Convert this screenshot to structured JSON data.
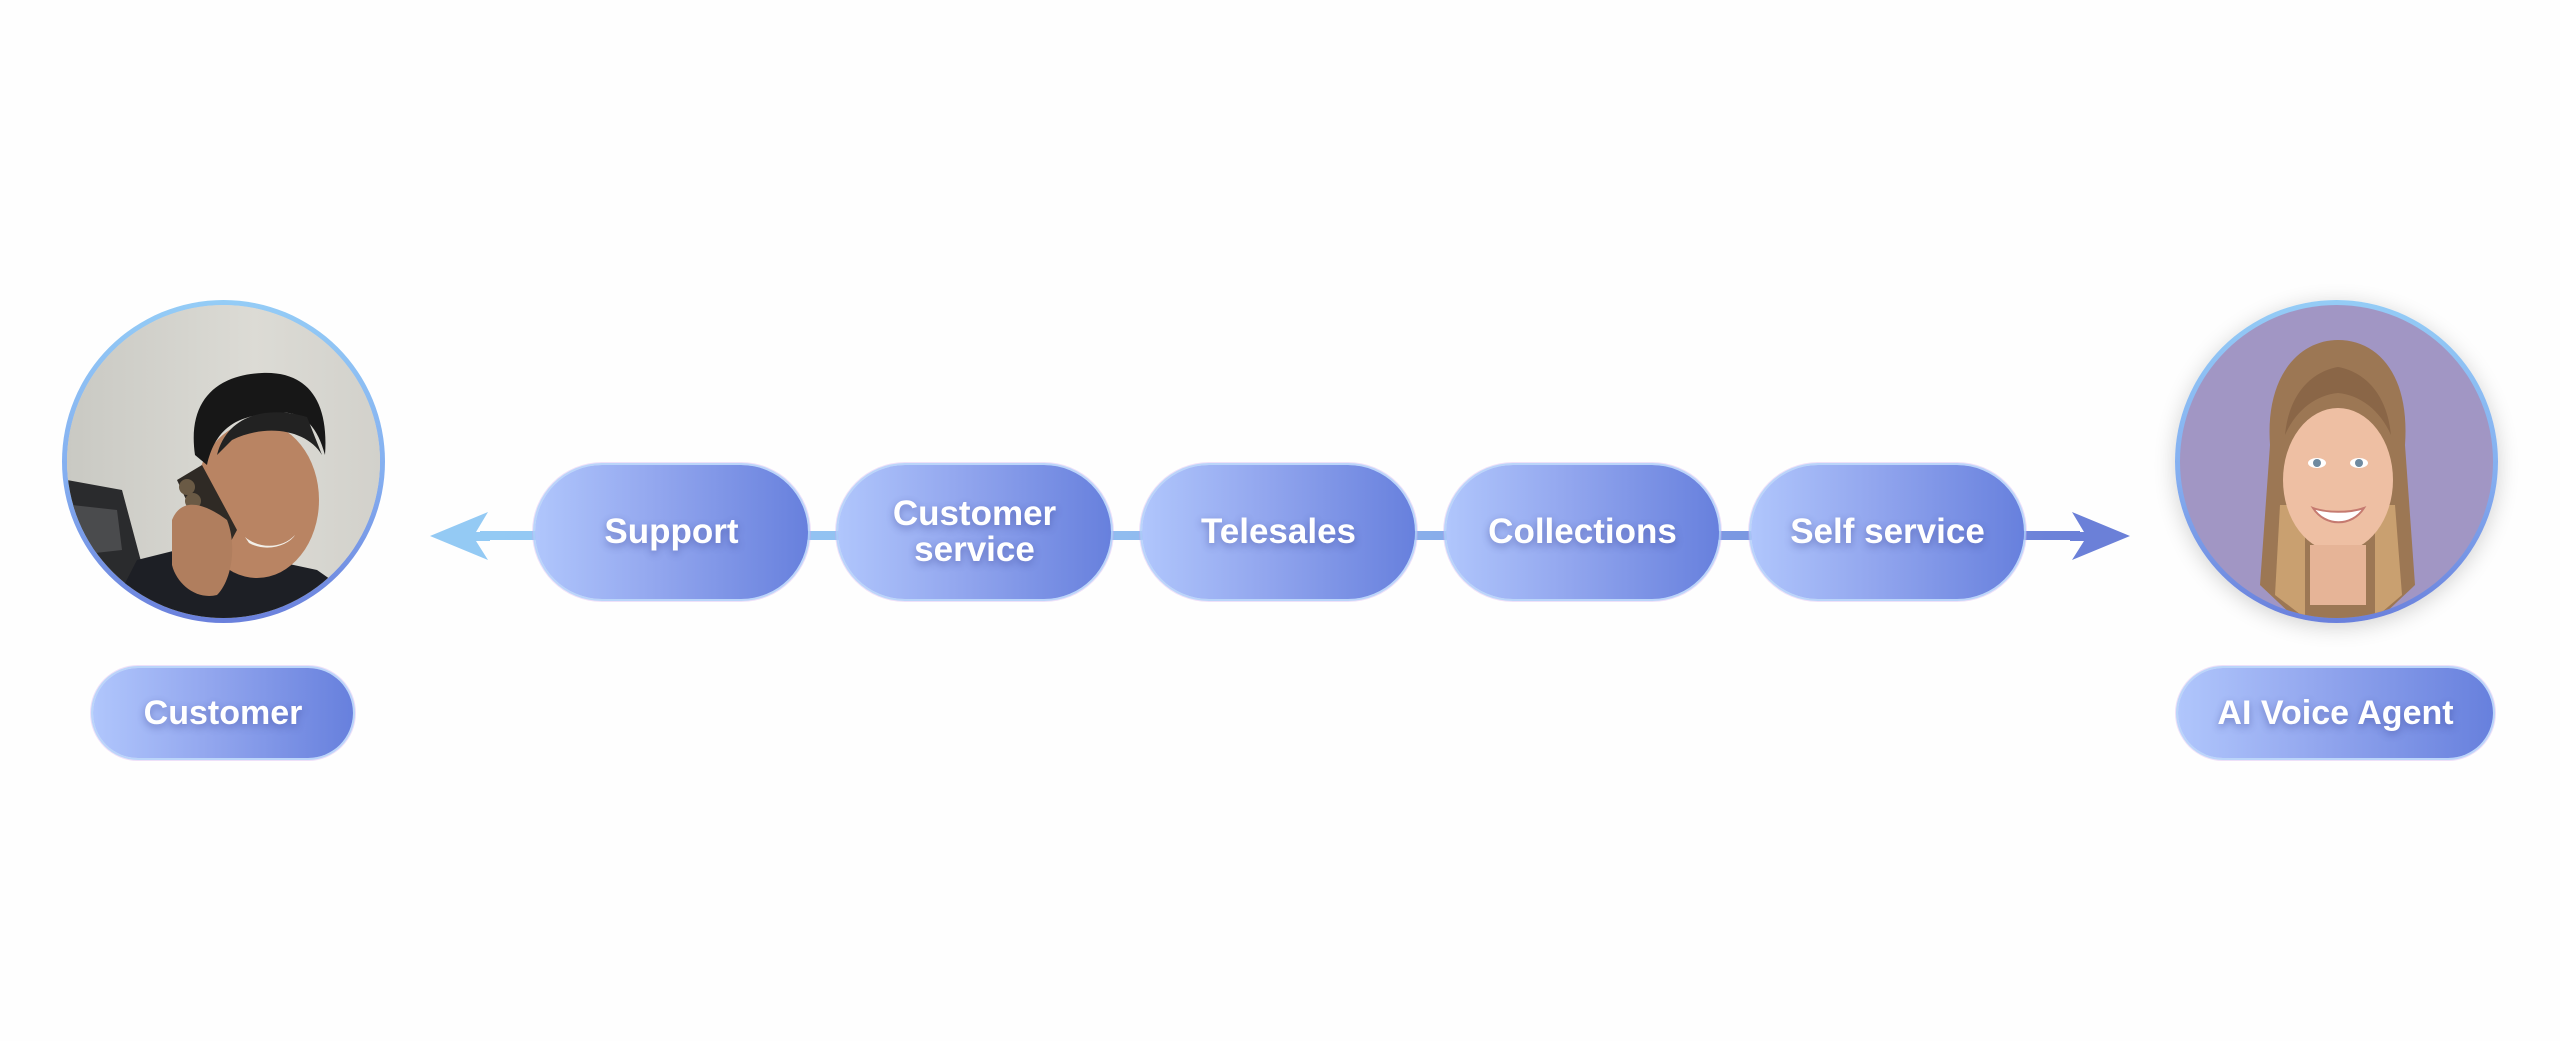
{
  "diagram": {
    "participants": {
      "customer": {
        "label": "Customer",
        "photo": "man-on-phone-photo"
      },
      "agent": {
        "label": "AI Voice Agent",
        "photo": "smiling-woman-photo"
      }
    },
    "use_cases": [
      {
        "label": "Support"
      },
      {
        "label": "Customer service"
      },
      {
        "label": "Telesales"
      },
      {
        "label": "Collections"
      },
      {
        "label": "Self service"
      }
    ],
    "flow": {
      "direction": "bidirectional",
      "left_arrow": "arrow-left-icon",
      "right_arrow": "arrow-right-icon"
    }
  },
  "colors": {
    "pill_gradient_start": "#b0c6fc",
    "pill_gradient_end": "#6780dd",
    "connector_start": "#94caf4",
    "connector_end": "#6b80d8",
    "agent_photo_background": "#a196c4"
  }
}
